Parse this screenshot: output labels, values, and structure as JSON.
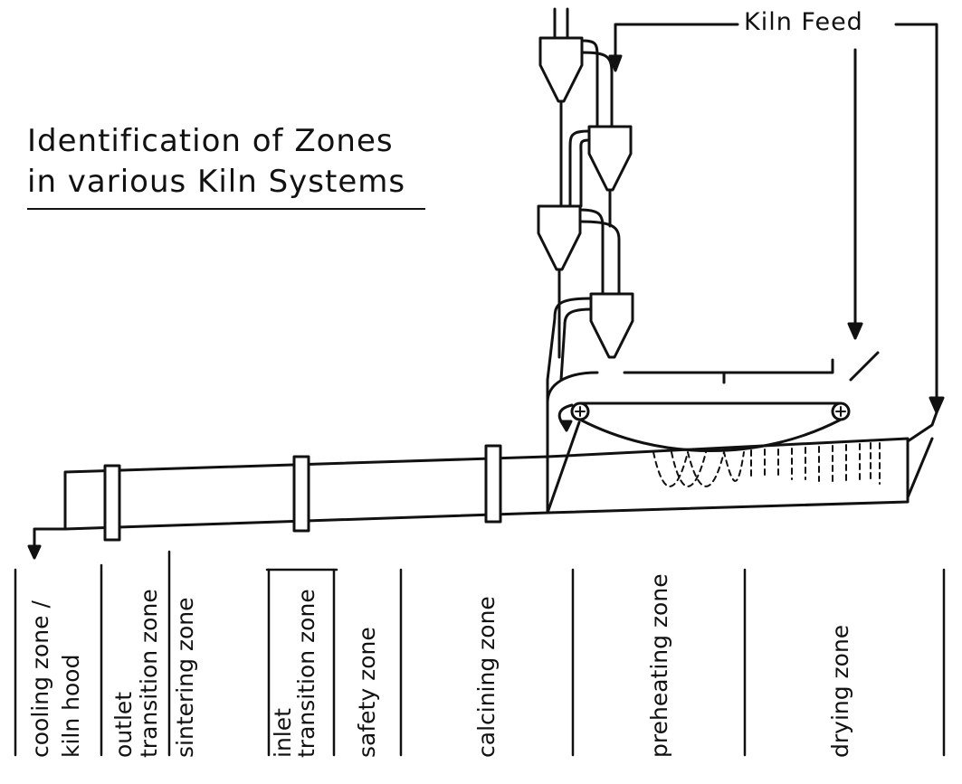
{
  "title": {
    "line1": "Identification of Zones",
    "line2": "in various Kiln Systems"
  },
  "kiln_feed": "Kiln Feed",
  "zones": [
    "cooling zone /",
    "kiln hood",
    "outlet",
    "transition zone",
    "sintering zone",
    "inlet",
    "transition zone",
    "safety zone",
    "calcining zone",
    "preheating zone",
    "drying zone"
  ],
  "line_color": "#111111"
}
